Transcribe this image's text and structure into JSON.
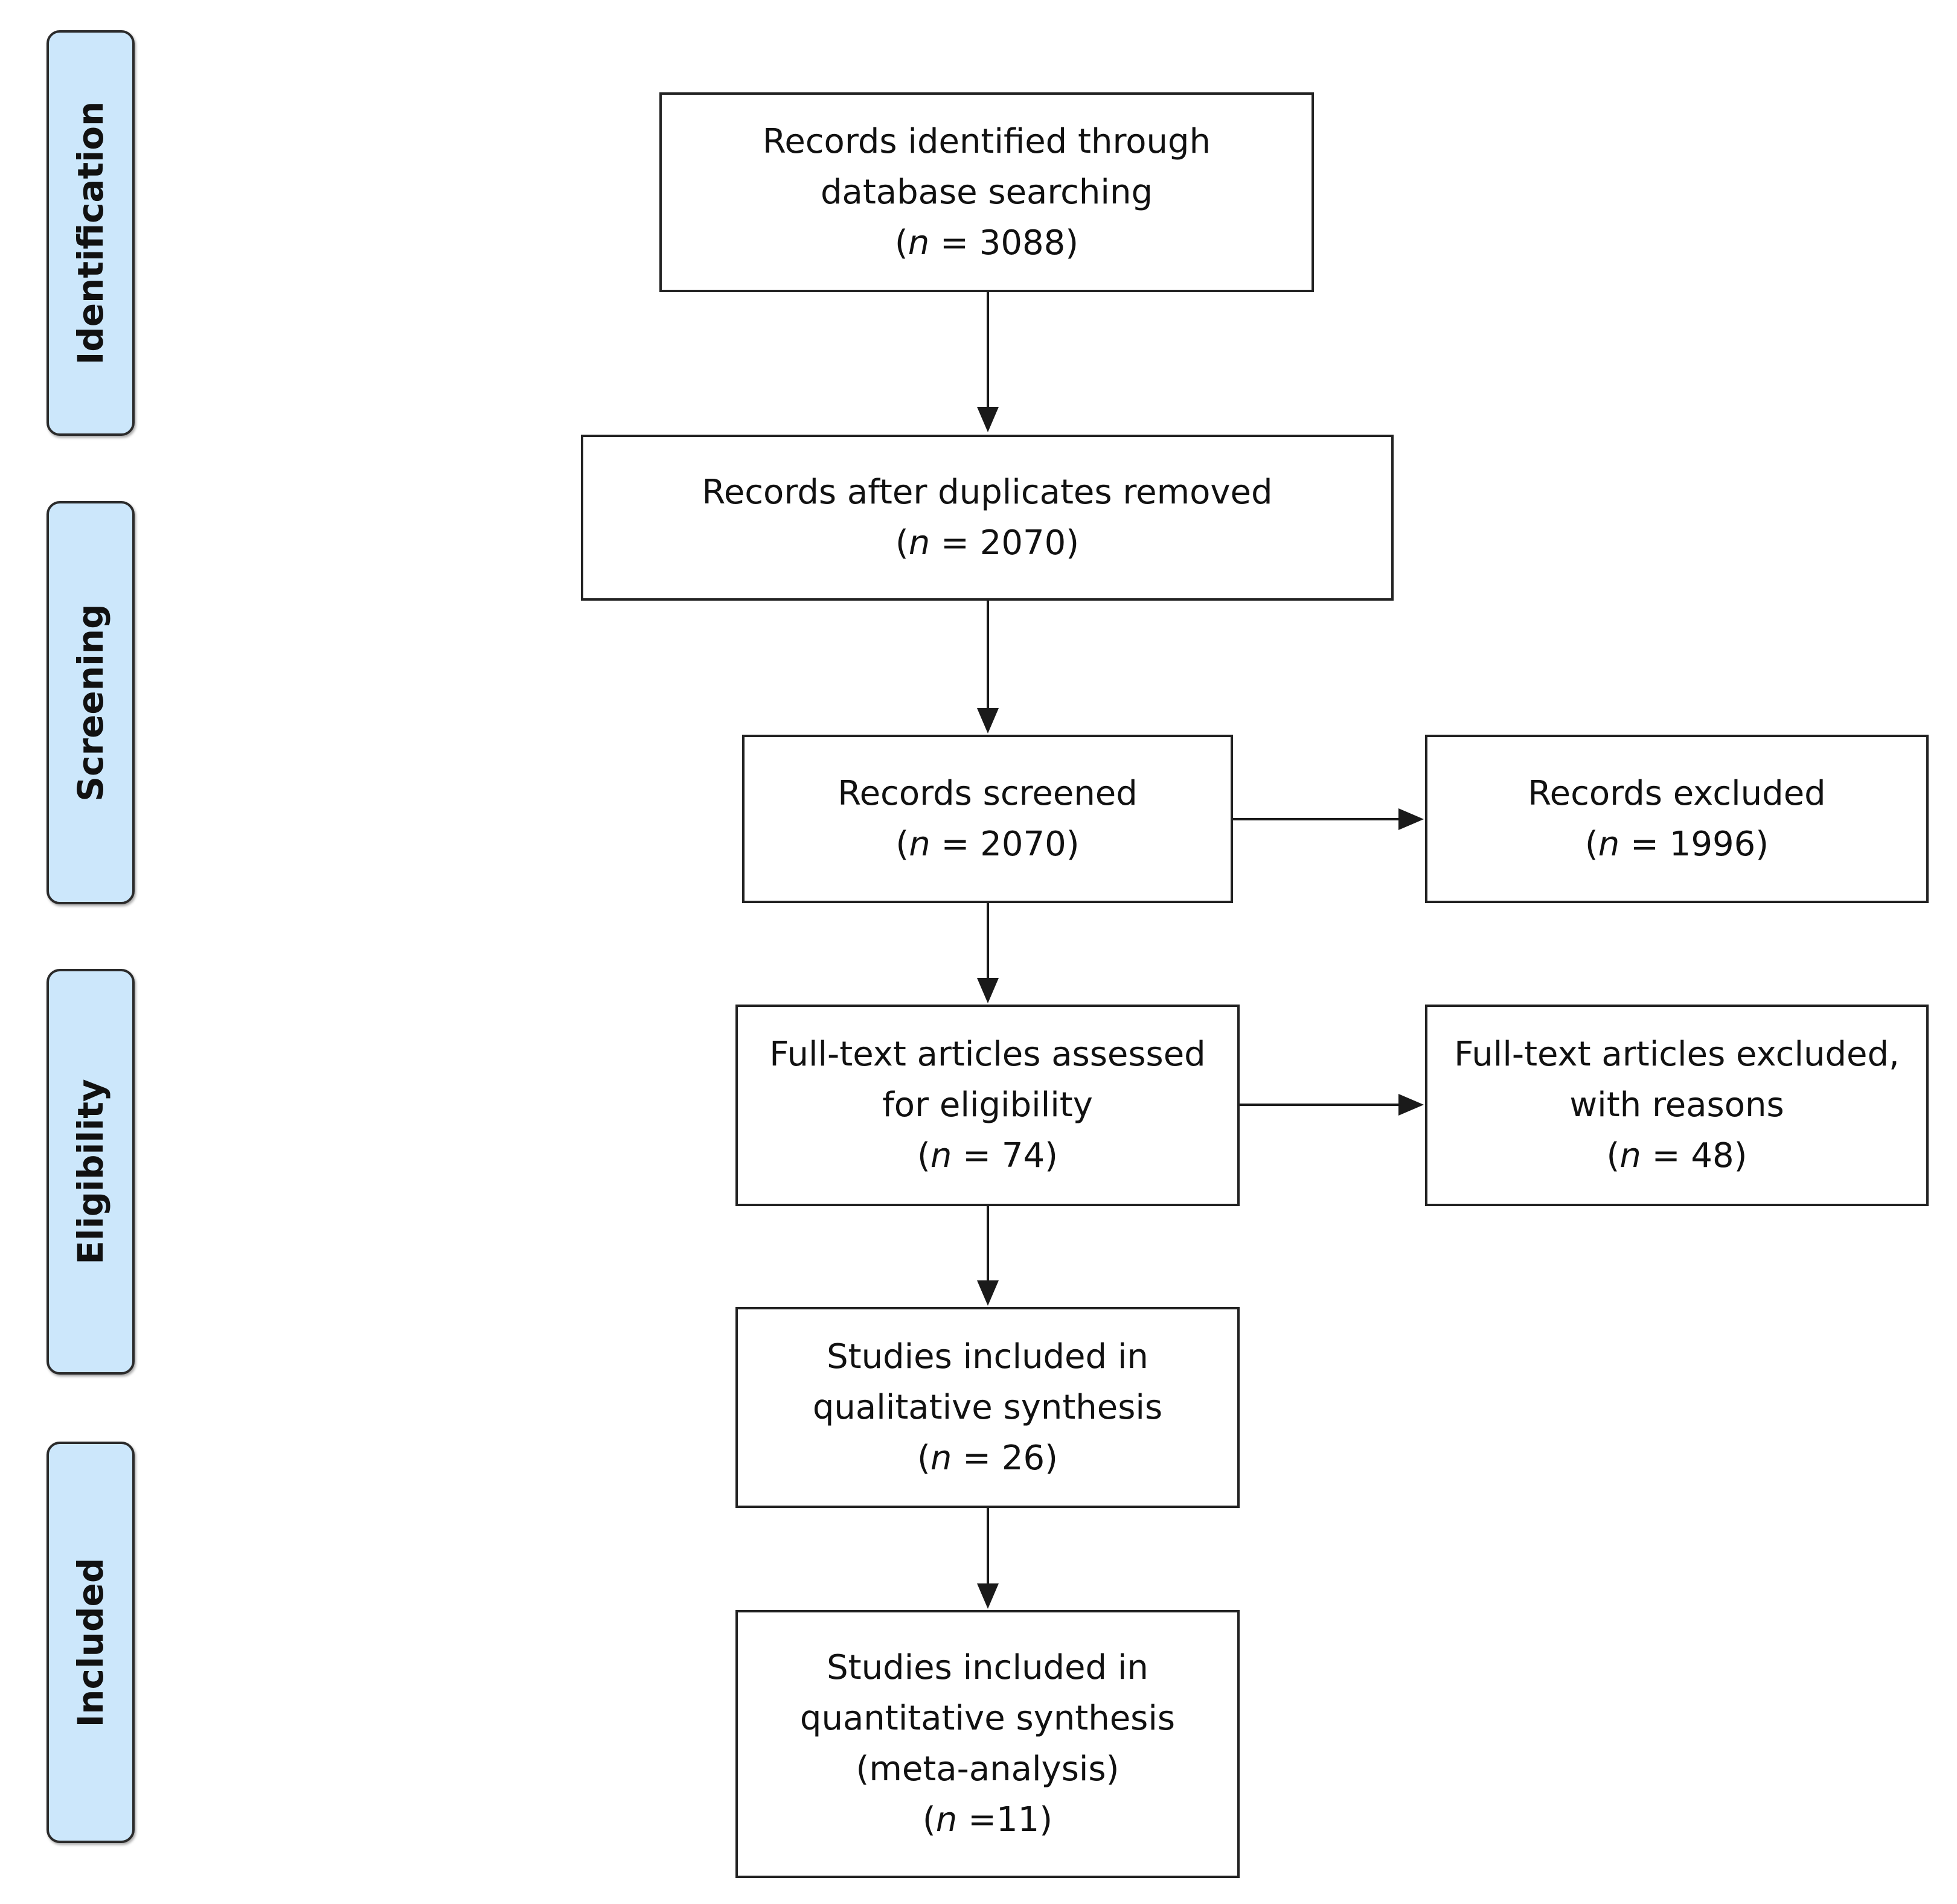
{
  "phases": {
    "identification": "Identification",
    "screening": "Screening",
    "eligibility": "Eligibility",
    "included": "Included"
  },
  "n_symbol": "n",
  "boxes": {
    "identified": {
      "lines": [
        "Records identified through",
        "database searching"
      ],
      "n_prefix": "(",
      "n_suffix": " = 3088)"
    },
    "duplicates_removed": {
      "lines": [
        "Records after duplicates removed"
      ],
      "n_prefix": "(",
      "n_suffix": " = 2070)"
    },
    "screened": {
      "lines": [
        "Records screened"
      ],
      "n_prefix": "(",
      "n_suffix": " = 2070)"
    },
    "excluded": {
      "lines": [
        "Records excluded"
      ],
      "n_prefix": "(",
      "n_suffix": " = 1996)"
    },
    "fulltext_assessed": {
      "lines": [
        "Full-text articles assessed",
        "for eligibility"
      ],
      "n_prefix": "(",
      "n_suffix": " = 74)"
    },
    "fulltext_excluded": {
      "lines": [
        "Full-text articles excluded,",
        "with reasons"
      ],
      "n_prefix": "(",
      "n_suffix": " = 48)"
    },
    "qualitative": {
      "lines": [
        "Studies included in",
        "qualitative synthesis"
      ],
      "n_prefix": "(",
      "n_suffix": " = 26)"
    },
    "quantitative": {
      "lines": [
        "Studies included in",
        "quantitative synthesis",
        "(meta-analysis)"
      ],
      "n_prefix": "(",
      "n_suffix": " =11)"
    }
  },
  "colors": {
    "phase_fill": "#cce7fb",
    "border": "#222222",
    "text": "#111111"
  }
}
